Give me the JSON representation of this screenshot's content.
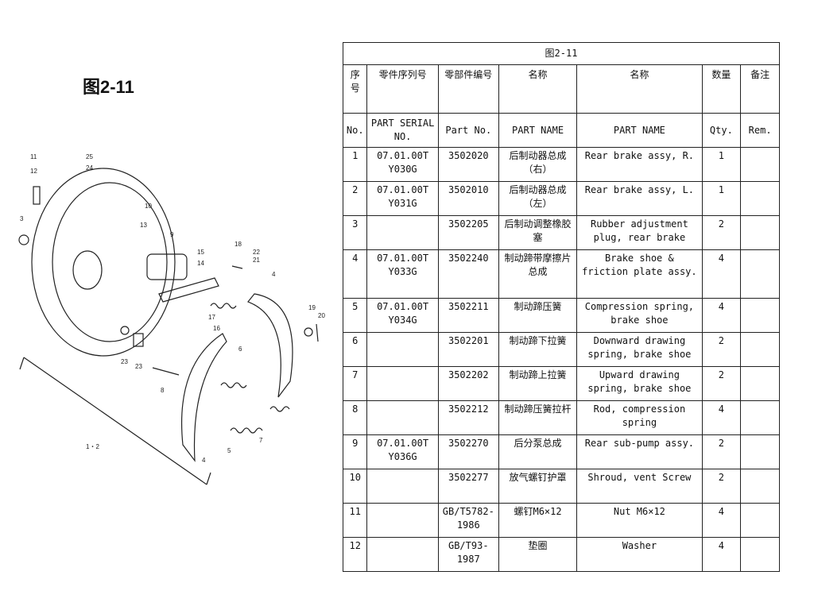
{
  "figure": {
    "title": "图2-11",
    "callouts": [
      "11",
      "12",
      "3",
      "25",
      "24",
      "10",
      "13",
      "9",
      "15",
      "14",
      "18",
      "22",
      "21",
      "4",
      "19",
      "20",
      "17",
      "16",
      "23",
      "23",
      "6",
      "8",
      "4",
      "5",
      "7",
      "1・2"
    ]
  },
  "table": {
    "title": "图2-11",
    "headers_cn": [
      "序号",
      "零件序列号",
      "零部件编号",
      "名称",
      "名称",
      "数量",
      "备注"
    ],
    "headers_en": [
      "No.",
      "PART SERIAL NO.",
      "Part No.",
      "PART NAME",
      "PART NAME",
      "Qty.",
      "Rem."
    ],
    "rows": [
      {
        "no": "1",
        "serial": "07.01.00T Y030G",
        "part": "3502020",
        "cn": "后制动器总成（右）",
        "en": "Rear brake assy, R.",
        "qty": "1",
        "rem": ""
      },
      {
        "no": "2",
        "serial": "07.01.00T Y031G",
        "part": "3502010",
        "cn": "后制动器总成（左）",
        "en": "Rear brake assy, L.",
        "qty": "1",
        "rem": ""
      },
      {
        "no": "3",
        "serial": "",
        "part": "3502205",
        "cn": "后制动调整橡胶塞",
        "en": "Rubber adjustment plug, rear brake",
        "qty": "2",
        "rem": ""
      },
      {
        "no": "4",
        "serial": "07.01.00T Y033G",
        "part": "3502240",
        "cn": "制动蹄带摩擦片总成",
        "en": "Brake shoe & friction plate assy.",
        "qty": "4",
        "rem": ""
      },
      {
        "no": "5",
        "serial": "07.01.00T Y034G",
        "part": "3502211",
        "cn": "制动蹄压簧",
        "en": "Compression spring, brake shoe",
        "qty": "4",
        "rem": ""
      },
      {
        "no": "6",
        "serial": "",
        "part": "3502201",
        "cn": "制动蹄下拉簧",
        "en": "Downward drawing spring, brake shoe",
        "qty": "2",
        "rem": ""
      },
      {
        "no": "7",
        "serial": "",
        "part": "3502202",
        "cn": "制动蹄上拉簧",
        "en": "Upward drawing spring, brake shoe",
        "qty": "2",
        "rem": ""
      },
      {
        "no": "8",
        "serial": "",
        "part": "3502212",
        "cn": "制动蹄压簧拉杆",
        "en": "Rod, compression spring",
        "qty": "4",
        "rem": ""
      },
      {
        "no": "9",
        "serial": "07.01.00T Y036G",
        "part": "3502270",
        "cn": "后分泵总成",
        "en": "Rear sub-pump assy.",
        "qty": "2",
        "rem": ""
      },
      {
        "no": "10",
        "serial": "",
        "part": "3502277",
        "cn": "放气螺钉护罩",
        "en": "Shroud, vent Screw",
        "qty": "2",
        "rem": ""
      },
      {
        "no": "11",
        "serial": "",
        "part": "GB/T5782-1986",
        "cn": "螺钉M6×12",
        "en": "Nut M6×12",
        "qty": "4",
        "rem": ""
      },
      {
        "no": "12",
        "serial": "",
        "part": "GB/T93-1987",
        "cn": "垫圈",
        "en": "Washer",
        "qty": "4",
        "rem": ""
      }
    ]
  }
}
